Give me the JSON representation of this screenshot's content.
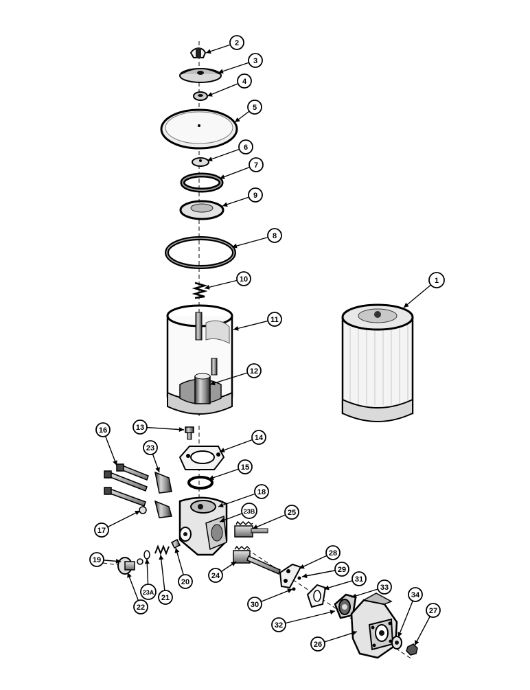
{
  "callouts": [
    {
      "id": "c1",
      "label": "1"
    },
    {
      "id": "c2",
      "label": "2"
    },
    {
      "id": "c3",
      "label": "3"
    },
    {
      "id": "c4",
      "label": "4"
    },
    {
      "id": "c5",
      "label": "5"
    },
    {
      "id": "c6",
      "label": "6"
    },
    {
      "id": "c7",
      "label": "7"
    },
    {
      "id": "c8",
      "label": "8"
    },
    {
      "id": "c9",
      "label": "9"
    },
    {
      "id": "c10",
      "label": "10"
    },
    {
      "id": "c11",
      "label": "11"
    },
    {
      "id": "c12",
      "label": "12"
    },
    {
      "id": "c13",
      "label": "13"
    },
    {
      "id": "c14",
      "label": "14"
    },
    {
      "id": "c15",
      "label": "15"
    },
    {
      "id": "c16",
      "label": "16"
    },
    {
      "id": "c17",
      "label": "17"
    },
    {
      "id": "c18",
      "label": "18"
    },
    {
      "id": "c19",
      "label": "19"
    },
    {
      "id": "c20",
      "label": "20"
    },
    {
      "id": "c21",
      "label": "21"
    },
    {
      "id": "c22",
      "label": "22"
    },
    {
      "id": "c23",
      "label": "23"
    },
    {
      "id": "c23a",
      "label": "23A"
    },
    {
      "id": "c23b",
      "label": "23B"
    },
    {
      "id": "c24",
      "label": "24"
    },
    {
      "id": "c25",
      "label": "25"
    },
    {
      "id": "c26",
      "label": "26"
    },
    {
      "id": "c27",
      "label": "27"
    },
    {
      "id": "c28",
      "label": "28"
    },
    {
      "id": "c29",
      "label": "29"
    },
    {
      "id": "c30",
      "label": "30"
    },
    {
      "id": "c31",
      "label": "31"
    },
    {
      "id": "c32",
      "label": "32"
    },
    {
      "id": "c33",
      "label": "33"
    },
    {
      "id": "c34",
      "label": "34"
    }
  ]
}
